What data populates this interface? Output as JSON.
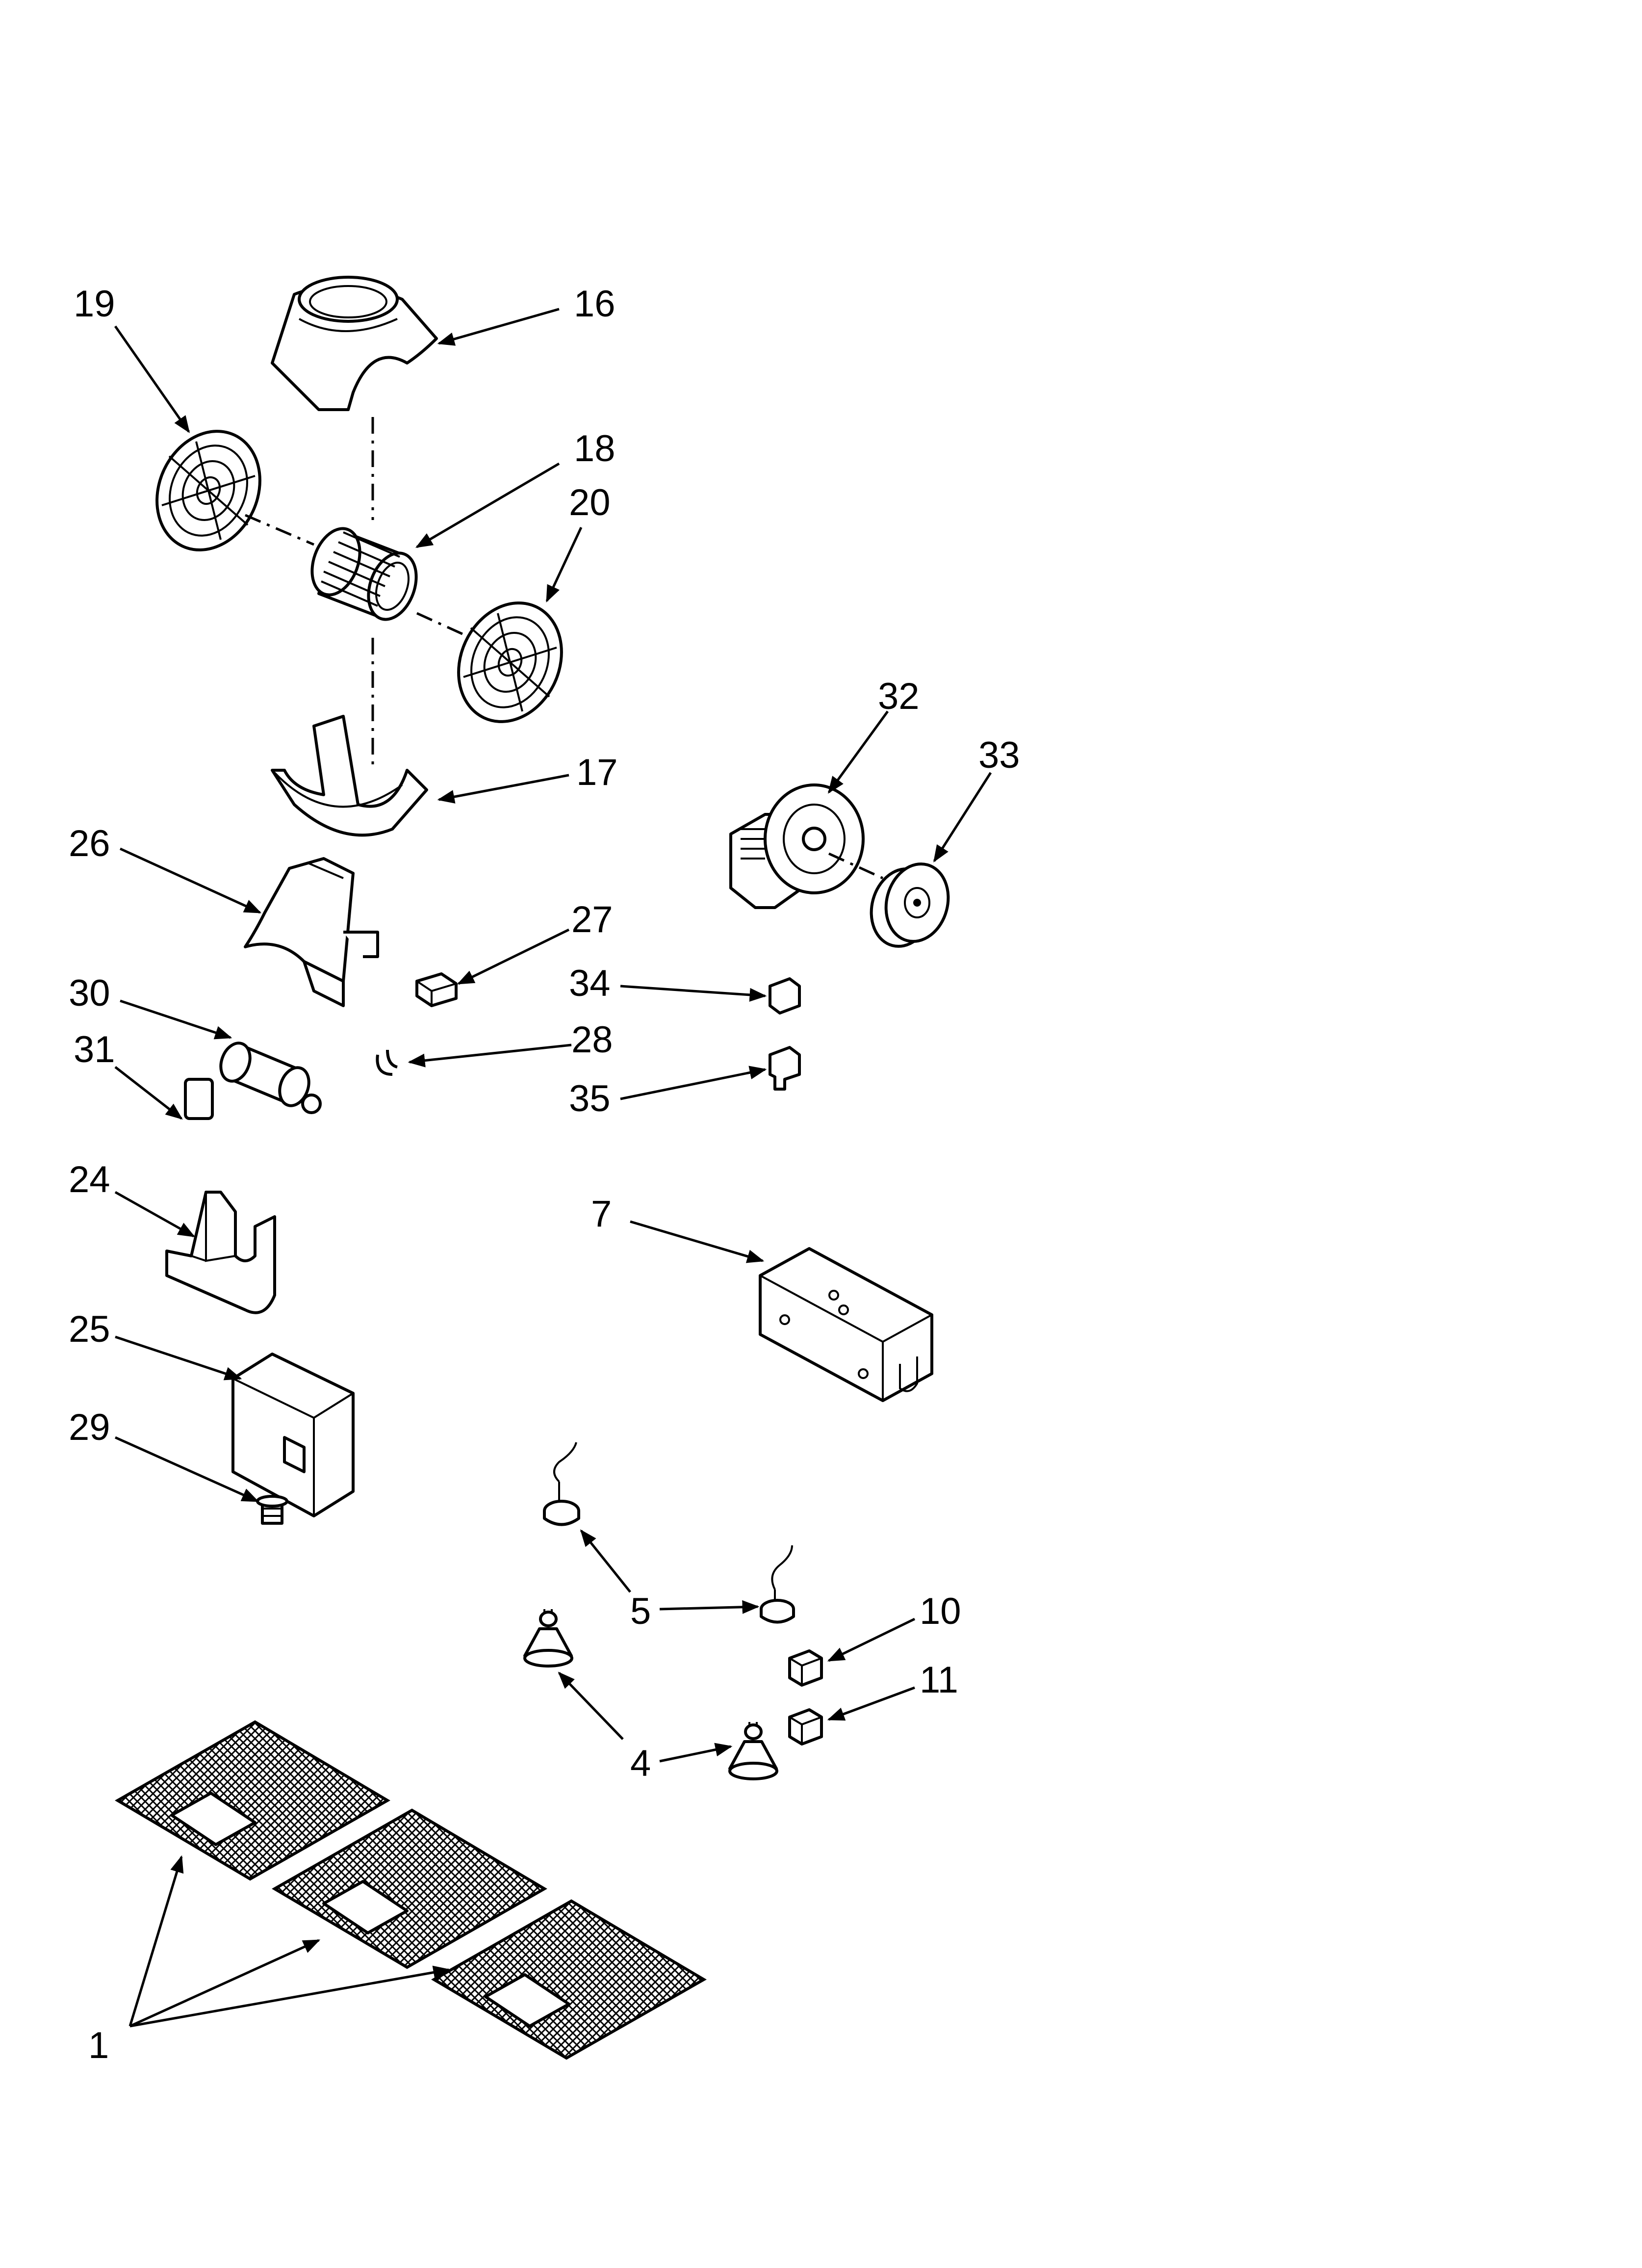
{
  "diagram": {
    "callouts": [
      {
        "id": "19",
        "text": "19"
      },
      {
        "id": "16",
        "text": "16"
      },
      {
        "id": "18",
        "text": "18"
      },
      {
        "id": "20",
        "text": "20"
      },
      {
        "id": "32",
        "text": "32"
      },
      {
        "id": "33",
        "text": "33"
      },
      {
        "id": "17",
        "text": "17"
      },
      {
        "id": "26",
        "text": "26"
      },
      {
        "id": "27",
        "text": "27"
      },
      {
        "id": "34",
        "text": "34"
      },
      {
        "id": "30",
        "text": "30"
      },
      {
        "id": "28",
        "text": "28"
      },
      {
        "id": "31",
        "text": "31"
      },
      {
        "id": "35",
        "text": "35"
      },
      {
        "id": "24",
        "text": "24"
      },
      {
        "id": "7",
        "text": "7"
      },
      {
        "id": "25",
        "text": "25"
      },
      {
        "id": "29",
        "text": "29"
      },
      {
        "id": "5",
        "text": "5"
      },
      {
        "id": "10",
        "text": "10"
      },
      {
        "id": "11",
        "text": "11"
      },
      {
        "id": "4",
        "text": "4"
      },
      {
        "id": "1",
        "text": "1"
      }
    ]
  }
}
